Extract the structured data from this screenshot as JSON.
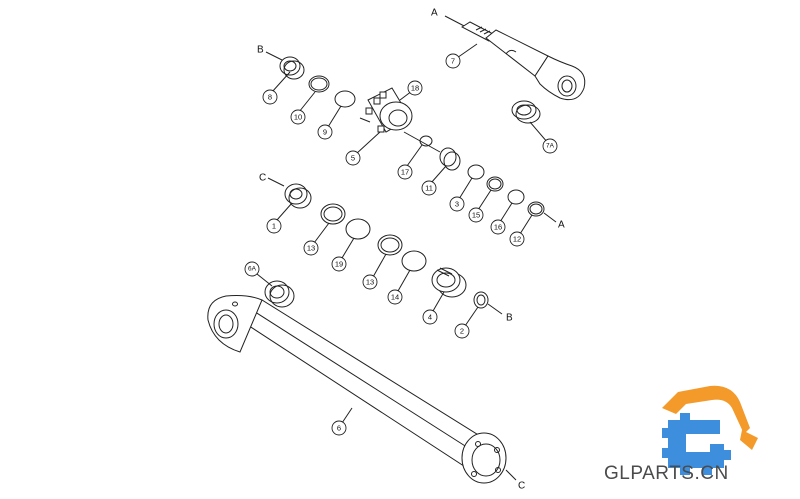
{
  "diagram": {
    "callouts": [
      "7",
      "7A",
      "8",
      "10",
      "9",
      "18",
      "5",
      "17",
      "11",
      "3",
      "15",
      "16",
      "12",
      "1",
      "13",
      "19",
      "13",
      "14",
      "4",
      "2",
      "6A",
      "6"
    ],
    "reference_letters": [
      "A",
      "B",
      "C",
      "A",
      "B",
      "C"
    ]
  },
  "brand": {
    "name": "GLPARTS.CN",
    "colors": {
      "orange": "#F39A2B",
      "blue": "#3E8EDE",
      "text": "#4B4B4B"
    }
  }
}
